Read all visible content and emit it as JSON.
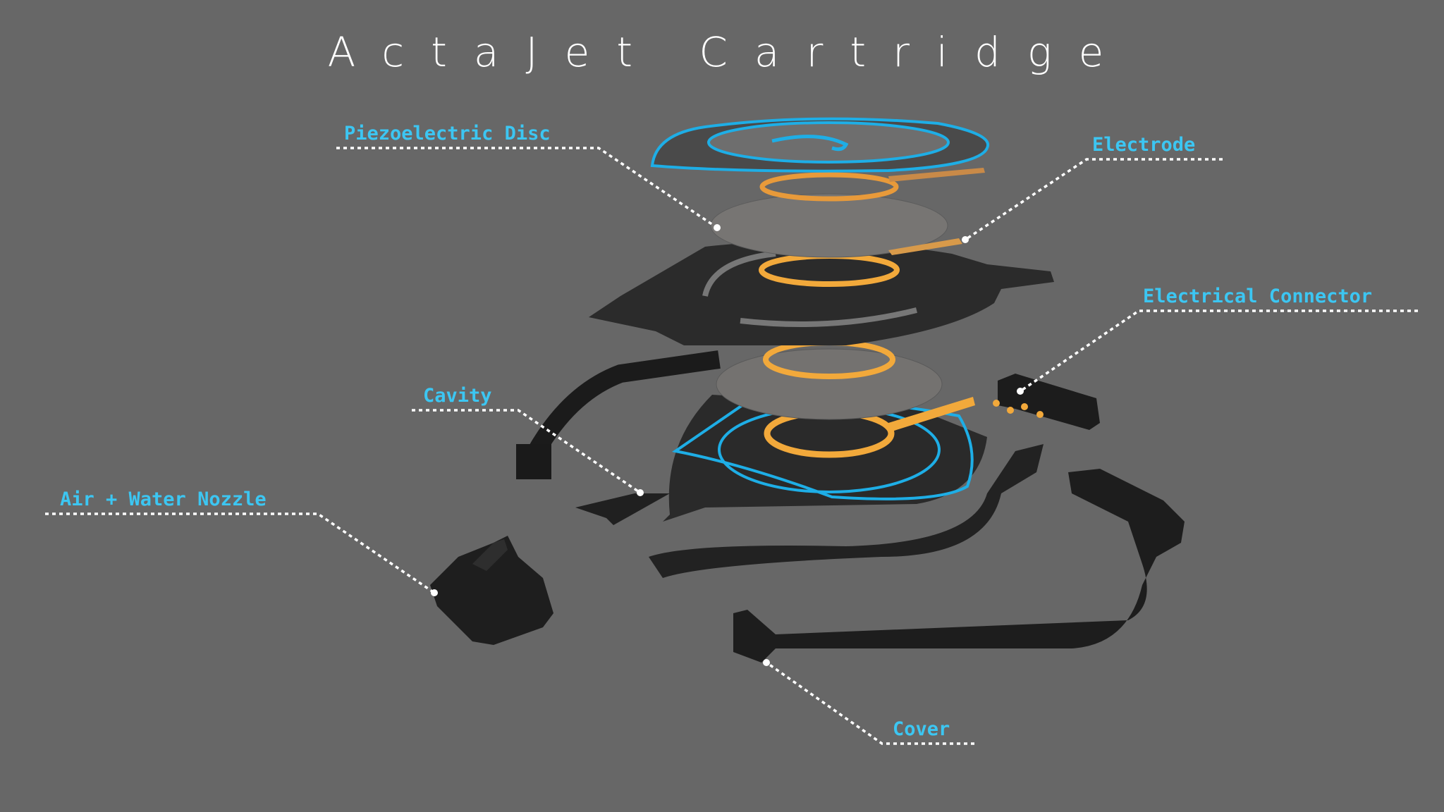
{
  "title": "ActaJet Cartridge",
  "labels": {
    "piezo": "Piezoelectric Disc",
    "electrode": "Electrode",
    "connector": "Electrical Connector",
    "cavity": "Cavity",
    "nozzle": "Air + Water Nozzle",
    "cover": "Cover"
  },
  "colors": {
    "background": "#676767",
    "label": "#3cc6f2",
    "accent_ring": "#1eaee6",
    "copper": "#f2a93b"
  }
}
